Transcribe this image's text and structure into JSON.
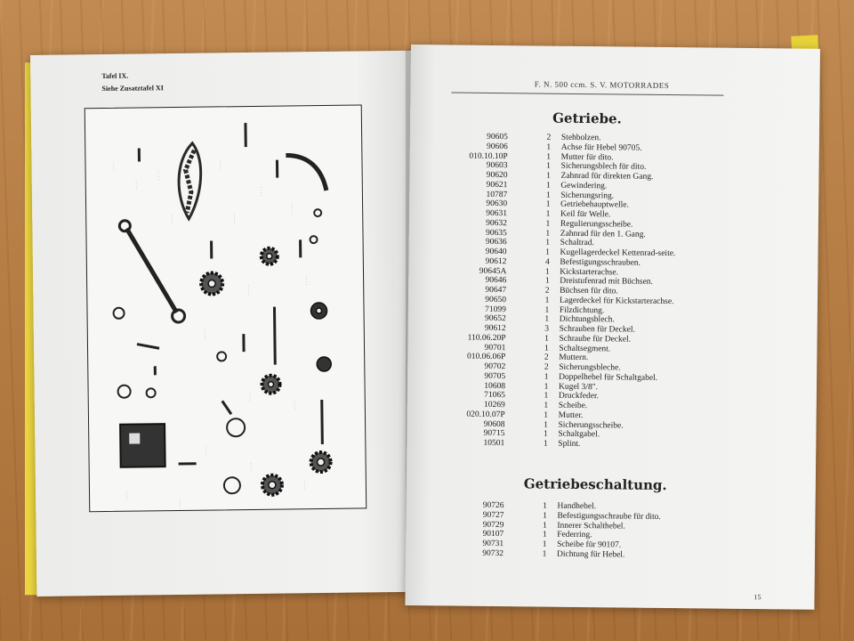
{
  "left_page": {
    "plate_label": "Tafel IX.",
    "supplement_note": "Siehe Zusatztafel XI"
  },
  "right_page": {
    "header": "F. N. 500 ccm. S. V. MOTORRADES",
    "page_number": "15",
    "sections": [
      {
        "title": "Getriebe.",
        "parts": [
          {
            "num": "90605",
            "qty": "2",
            "desc": "Stehbolzen."
          },
          {
            "num": "90606",
            "qty": "1",
            "desc": "Achse für Hebel 90705."
          },
          {
            "num": "010.10.10P",
            "qty": "1",
            "desc": "Mutter für dito."
          },
          {
            "num": "90603",
            "qty": "1",
            "desc": "Sicherungsblech für dito."
          },
          {
            "num": "90620",
            "qty": "1",
            "desc": "Zahnrad für direkten Gang."
          },
          {
            "num": "90621",
            "qty": "1",
            "desc": "Gewindering."
          },
          {
            "num": "10787",
            "qty": "1",
            "desc": "Sicherungsring."
          },
          {
            "num": "90630",
            "qty": "1",
            "desc": "Getriebehauptwelle."
          },
          {
            "num": "90631",
            "qty": "1",
            "desc": "Keil für Welle."
          },
          {
            "num": "90632",
            "qty": "1",
            "desc": "Regulierungsscheibe."
          },
          {
            "num": "90635",
            "qty": "1",
            "desc": "Zahnrad für den 1. Gang."
          },
          {
            "num": "90636",
            "qty": "1",
            "desc": "Schaltrad."
          },
          {
            "num": "90640",
            "qty": "1",
            "desc": "Kugellagerdeckel Kettenrad-seite."
          },
          {
            "num": "90612",
            "qty": "4",
            "desc": "Befestigungsschrauben."
          },
          {
            "num": "90645A",
            "qty": "1",
            "desc": "Kickstarterachse."
          },
          {
            "num": "90646",
            "qty": "1",
            "desc": "Dreistufenrad mit Büchsen."
          },
          {
            "num": "90647",
            "qty": "2",
            "desc": "Büchsen für dito."
          },
          {
            "num": "90650",
            "qty": "1",
            "desc": "Lagerdeckel für Kickstarterachse."
          },
          {
            "num": "71099",
            "qty": "1",
            "desc": "Filzdichtung."
          },
          {
            "num": "90652",
            "qty": "1",
            "desc": "Dichtungsblech."
          },
          {
            "num": "90612",
            "qty": "3",
            "desc": "Schrauben für Deckel."
          },
          {
            "num": "110.06.20P",
            "qty": "1",
            "desc": "Schraube für Deckel."
          },
          {
            "num": "90701",
            "qty": "1",
            "desc": "Schaltsegment."
          },
          {
            "num": "010.06.06P",
            "qty": "2",
            "desc": "Muttern."
          },
          {
            "num": "90702",
            "qty": "2",
            "desc": "Sicherungsbleche."
          },
          {
            "num": "90705",
            "qty": "1",
            "desc": "Doppelhebel für Schaltgabel."
          },
          {
            "num": "10608",
            "qty": "1",
            "desc": "Kugel 3/8\"."
          },
          {
            "num": "71065",
            "qty": "1",
            "desc": "Druckfeder."
          },
          {
            "num": "10269",
            "qty": "1",
            "desc": "Scheibe."
          },
          {
            "num": "020.10.07P",
            "qty": "1",
            "desc": "Mutter."
          },
          {
            "num": "90608",
            "qty": "1",
            "desc": "Sicherungsscheibe."
          },
          {
            "num": "90715",
            "qty": "1",
            "desc": "Schaltgabel."
          },
          {
            "num": "10501",
            "qty": "1",
            "desc": "Splint."
          }
        ]
      },
      {
        "title": "Getriebeschaltung.",
        "parts": [
          {
            "num": "90726",
            "qty": "1",
            "desc": "Handhebel."
          },
          {
            "num": "90727",
            "qty": "1",
            "desc": "Befestigungsschraube für dito."
          },
          {
            "num": "90729",
            "qty": "1",
            "desc": "Innerer Schalthebel."
          },
          {
            "num": "90107",
            "qty": "1",
            "desc": "Federring."
          },
          {
            "num": "90731",
            "qty": "1",
            "desc": "Scheibe für 90107."
          },
          {
            "num": "90732",
            "qty": "1",
            "desc": "Dichtung für Hebel."
          }
        ]
      }
    ]
  }
}
